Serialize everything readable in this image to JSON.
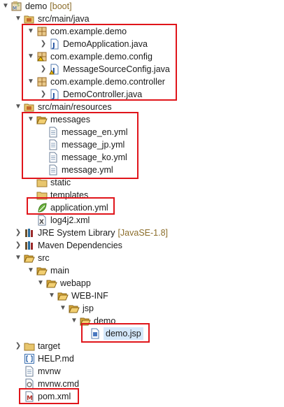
{
  "tree": {
    "project": {
      "label": "demo",
      "decoration": "[boot]"
    },
    "src_main_java": "src/main/java",
    "pkg_demo": "com.example.demo",
    "demo_application": "DemoApplication.java",
    "pkg_config": "com.example.demo.config",
    "message_source_config": "MessageSourceConfig.java",
    "pkg_controller": "com.example.demo.controller",
    "demo_controller": "DemoController.java",
    "src_main_resources": "src/main/resources",
    "messages": "messages",
    "message_en": "message_en.yml",
    "message_jp": "message_jp.yml",
    "message_ko": "message_ko.yml",
    "message": "message.yml",
    "static": "static",
    "templates": "templates",
    "application_yml": "application.yml",
    "log4j2": "log4j2.xml",
    "jre": {
      "label": "JRE System Library",
      "decoration": "[JavaSE-1.8]"
    },
    "maven_deps": "Maven Dependencies",
    "src": "src",
    "main": "main",
    "webapp": "webapp",
    "web_inf": "WEB-INF",
    "jsp": "jsp",
    "demo_folder": "demo",
    "demo_jsp": "demo.jsp",
    "target": "target",
    "help_md": "HELP.md",
    "mvnw": "mvnw",
    "mvnw_cmd": "mvnw.cmd",
    "pom_xml": "pom.xml"
  },
  "colors": {
    "highlight": "#e0151b",
    "selection": "#d4e8fb",
    "decoration": "#8b6d2a"
  }
}
